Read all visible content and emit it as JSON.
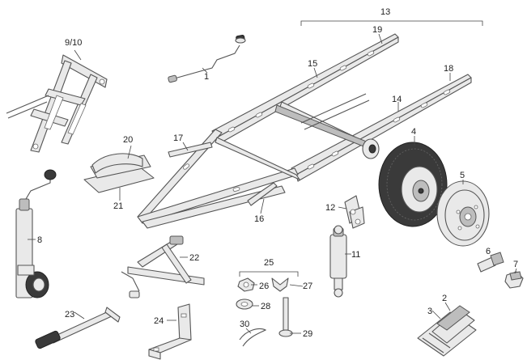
{
  "diagram": {
    "labels": {
      "p1": "1",
      "p2": "2",
      "p3": "3",
      "p4": "4",
      "p5": "5",
      "p6": "6",
      "p7": "7",
      "p8": "8",
      "p9_10": "9/10",
      "p11": "11",
      "p12": "12",
      "p13": "13",
      "p14": "14",
      "p15": "15",
      "p16": "16",
      "p17": "17",
      "p18": "18",
      "p19": "19",
      "p20": "20",
      "p21": "21",
      "p22": "22",
      "p23": "23",
      "p24": "24",
      "p25": "25",
      "p26": "26",
      "p27": "27",
      "p28": "28",
      "p29": "29",
      "p30": "30"
    },
    "colors": {
      "metal": "#e9e9e9",
      "outline": "#555555",
      "tyre": "#3a3a3a"
    }
  }
}
